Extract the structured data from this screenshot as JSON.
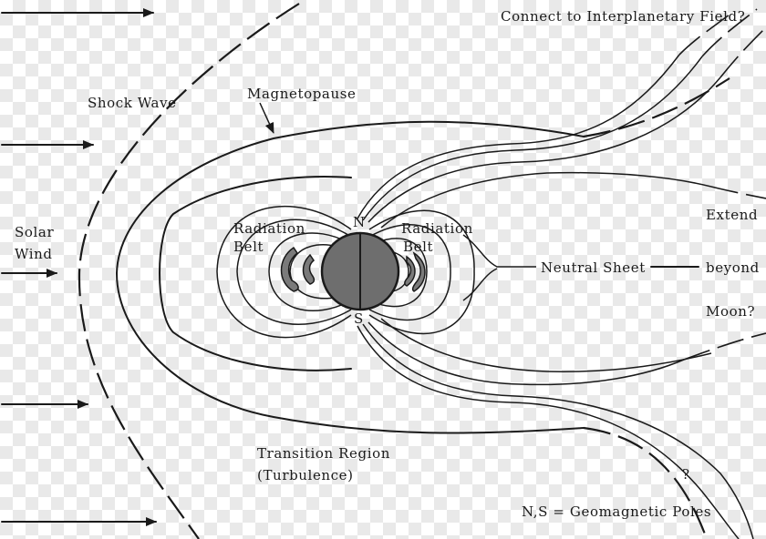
{
  "labels": {
    "connect_field": "Connect to Interplanetary Field?",
    "shock_wave": "Shock Wave",
    "magnetopause": "Magnetopause",
    "solar_wind_line1": "Solar",
    "solar_wind_line2": "Wind",
    "radiation_belt_left_line1": "Radiation",
    "radiation_belt_left_line2": "Belt",
    "radiation_belt_right_line1": "Radiation",
    "radiation_belt_right_line2": "Belt",
    "north_pole": "N",
    "south_pole": "S",
    "neutral_sheet": "Neutral Sheet",
    "extend": "Extend",
    "beyond": "beyond",
    "moon": "Moon?",
    "transition_line1": "Transition Region",
    "transition_line2": "(Turbulence)",
    "question_mark": "?",
    "legend": "N,S = Geomagnetic Poles"
  },
  "colors": {
    "ink": "#1a1a1a",
    "earth_fill": "#6e6e6e",
    "belt_fill": "#7a7a7a"
  }
}
